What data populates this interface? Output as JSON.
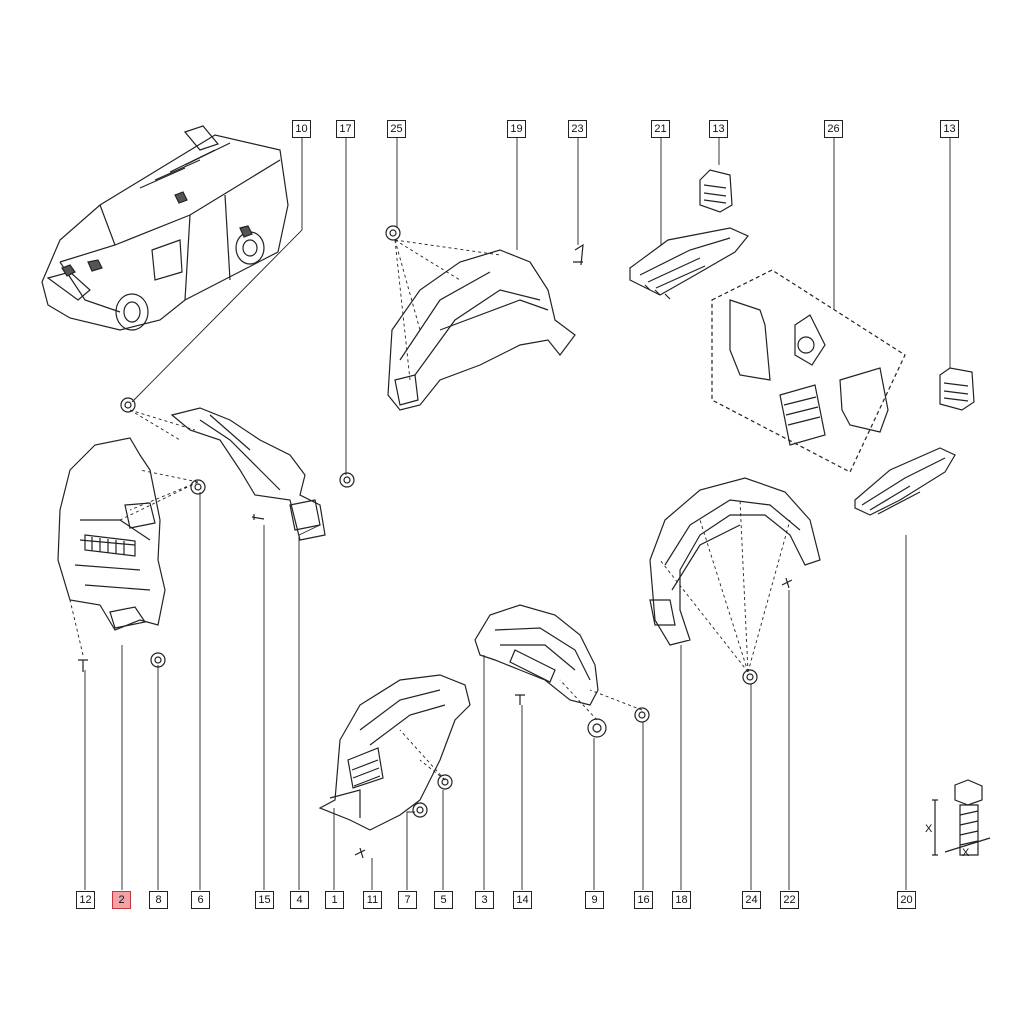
{
  "callouts_top": [
    "10",
    "17",
    "25",
    "19",
    "23",
    "21",
    "13",
    "26",
    "13"
  ],
  "callouts_bottom": [
    "12",
    "2",
    "8",
    "6",
    "15",
    "4",
    "1",
    "11",
    "7",
    "5",
    "3",
    "14",
    "9",
    "16",
    "18",
    "24",
    "22",
    "20"
  ],
  "highlight_label": "2",
  "highlight_color": "#f2a3a8",
  "dimension_marker": "X",
  "icons": [
    "van-icon",
    "wheel-arch-liner-icon",
    "clip-icon",
    "screw-icon",
    "mudflap-kit-icon",
    "bracket-icon",
    "bolt-icon"
  ]
}
